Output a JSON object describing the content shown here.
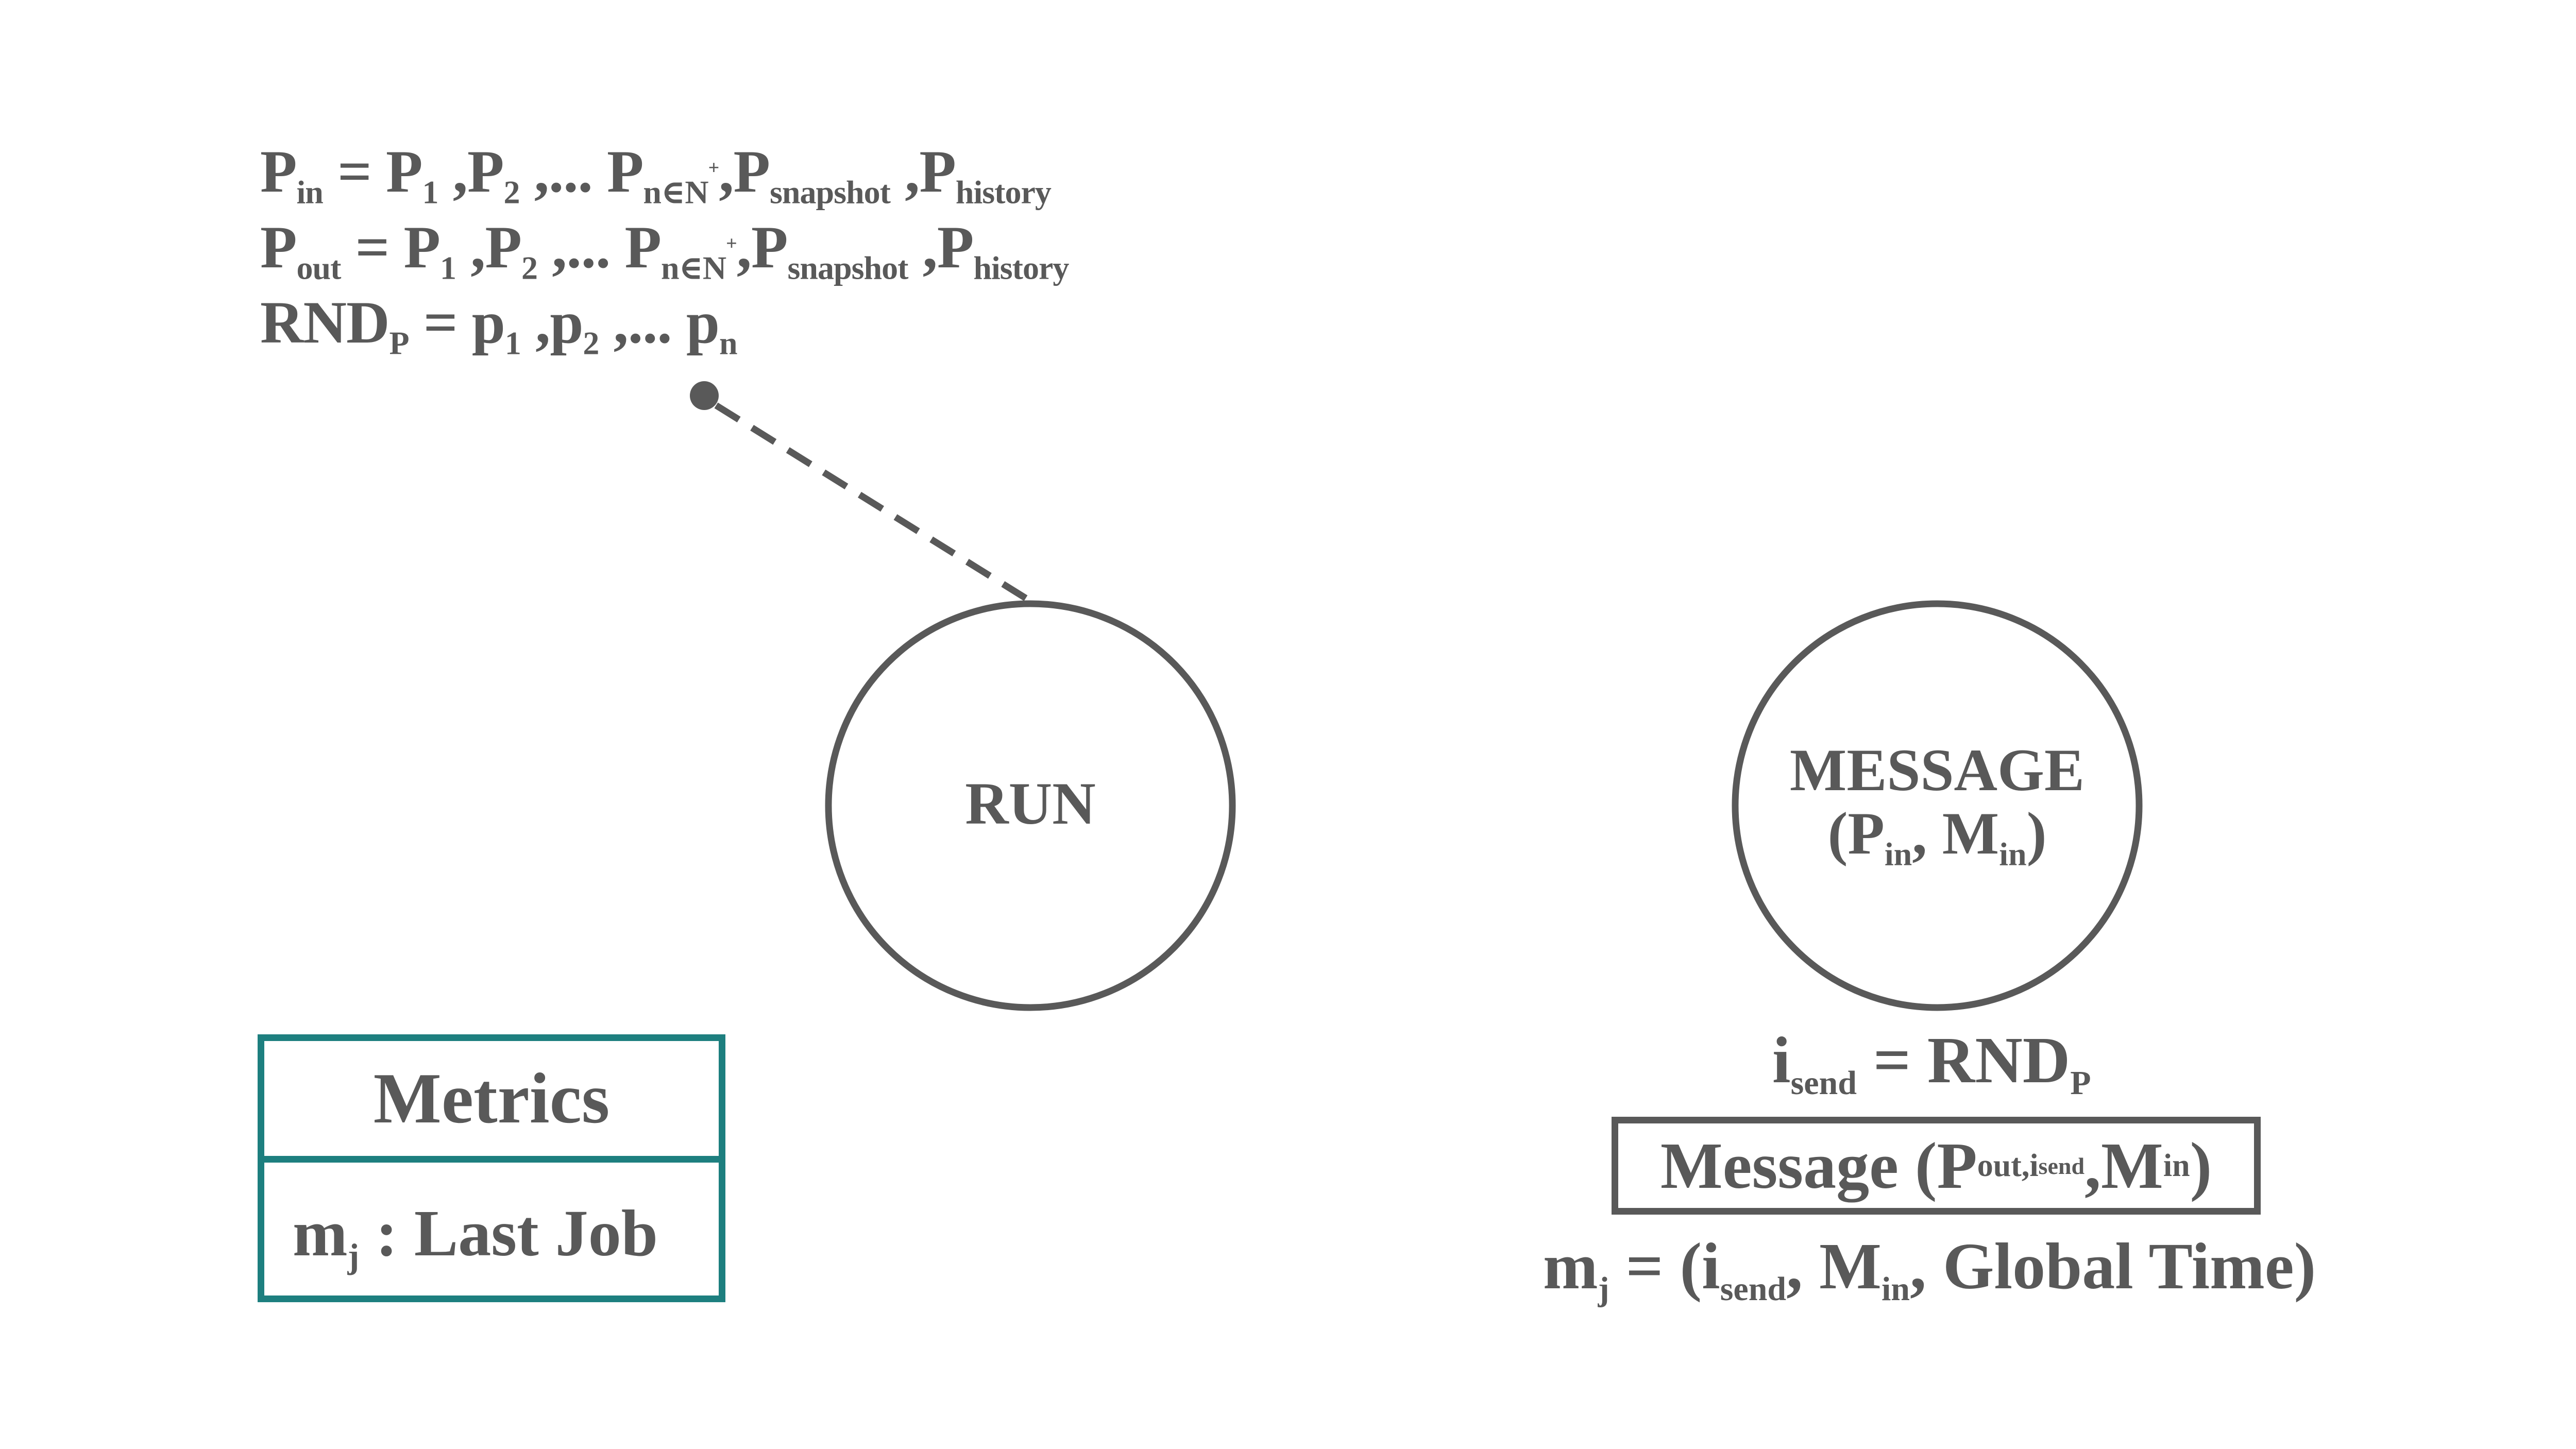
{
  "definitions": {
    "p_in": {
      "lhs": "P",
      "lhs_sub": "in",
      "eq": " = P",
      "i1": "1",
      "sep1": " ,P",
      "i2": "2",
      "dots": " ,... P",
      "n_set": "n∈N",
      "plus": "+",
      "snap_pre": ",P",
      "snap": "snapshot",
      "hist_pre": " ,P",
      "hist": "history"
    },
    "p_out": {
      "lhs": "P",
      "lhs_sub": "out",
      "eq": " = P",
      "i1": "1",
      "sep1": " ,P",
      "i2": "2",
      "dots": " ,... P",
      "n_set": "n∈N",
      "plus": "+",
      "snap_pre": ",P",
      "snap": "snapshot",
      "hist_pre": " ,P",
      "hist": "history"
    },
    "rnd": {
      "lhs": "RND",
      "lhs_sub": "P",
      "eq": " = p",
      "i1": "1",
      "sep1": " ,p",
      "i2": "2",
      "dots": " ,... p",
      "n": "n"
    }
  },
  "nodes": {
    "run": {
      "label": "RUN"
    },
    "message": {
      "title": "MESSAGE",
      "open": "(P",
      "p_sub": "in",
      "mid": ", M",
      "m_sub": "in",
      "close": ")"
    }
  },
  "metrics": {
    "title": "Metrics",
    "row_var": "m",
    "row_sub": "j",
    "row_text": " : Last Job"
  },
  "equations": {
    "isend": {
      "var": "i",
      "var_sub": "send",
      "rhs": " = RND",
      "rhs_sub": "P"
    },
    "message_box": {
      "pre": "Message (P",
      "sub1": "out,i",
      "sub2": "send",
      "mid": ",M",
      "sub3": "in",
      "close": ")"
    },
    "mj": {
      "var": "m",
      "var_sub": "j",
      "eq": " = (i",
      "i_sub": "send",
      "mid": ", M",
      "m_sub": "in",
      "rest": ", Global Time)"
    }
  },
  "colors": {
    "ink": "#595959",
    "teal": "#1d7f7f",
    "background": "#ffffff"
  }
}
